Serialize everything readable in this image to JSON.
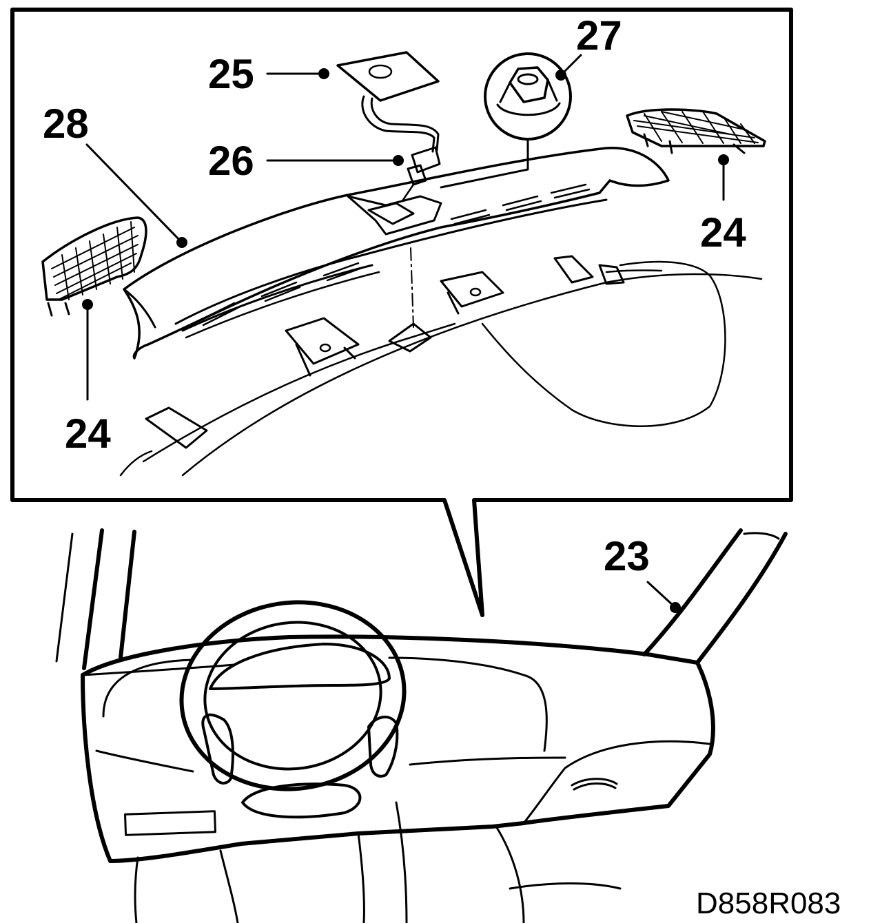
{
  "diagram": {
    "callouts": {
      "c23": "23",
      "c24_right": "24",
      "c24_left": "24",
      "c25": "25",
      "c26": "26",
      "c27": "27",
      "c28": "28"
    },
    "drawing_code": "D858R083"
  }
}
